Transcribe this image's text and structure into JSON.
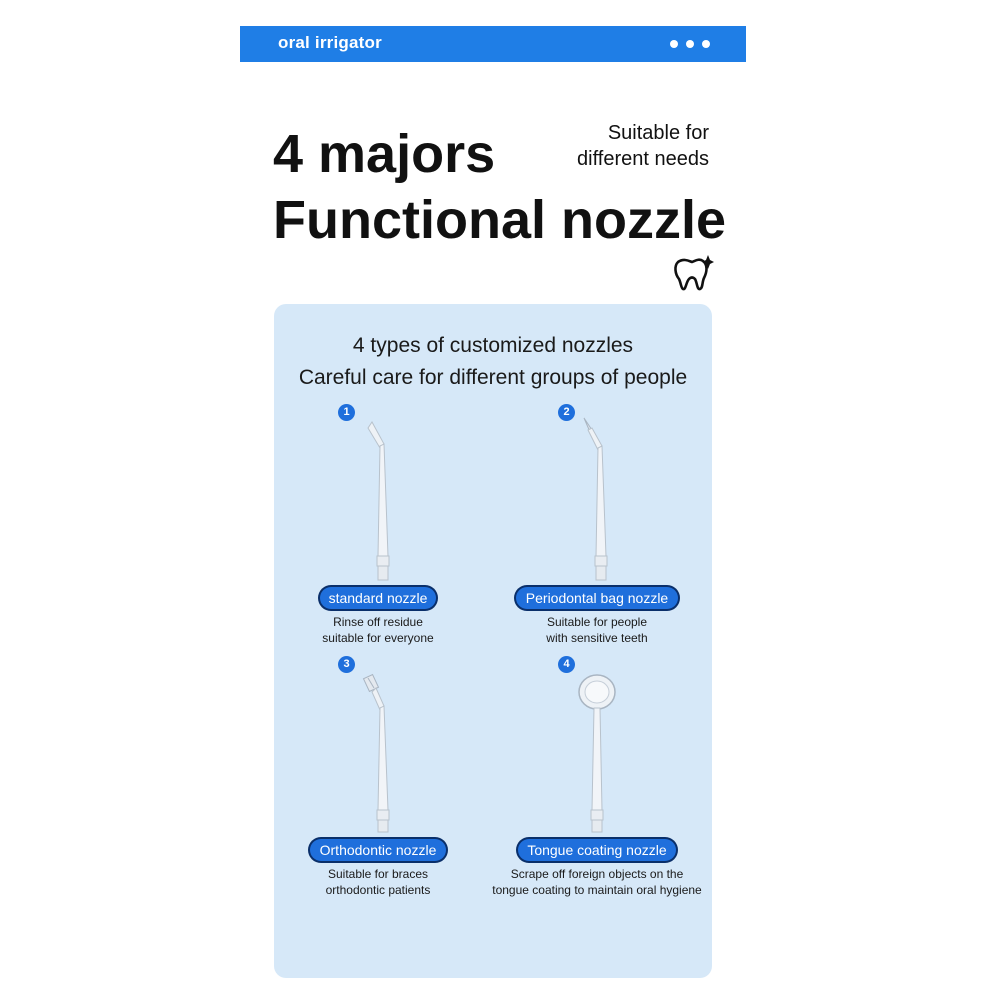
{
  "header": {
    "title": "oral irrigator",
    "menu_icon": "more-dots-icon"
  },
  "hero": {
    "headline_line1": "4 majors",
    "headline_line2": "Functional nozzle",
    "tagline_line1": "Suitable for",
    "tagline_line2": "different needs",
    "icon": "tooth-sparkle-icon"
  },
  "panel": {
    "subtitle_line1": "4 types of customized nozzles",
    "subtitle_line2": "Careful care for different groups of people",
    "background": "#d6e8f8",
    "accent": "#1f6fdc"
  },
  "nozzles": [
    {
      "number": "1",
      "name": "standard nozzle",
      "desc_line1": "Rinse off residue",
      "desc_line2": "suitable for everyone"
    },
    {
      "number": "2",
      "name": "Periodontal bag nozzle",
      "desc_line1": "Suitable for people",
      "desc_line2": "with sensitive teeth"
    },
    {
      "number": "3",
      "name": "Orthodontic nozzle",
      "desc_line1": "Suitable for braces",
      "desc_line2": "orthodontic patients"
    },
    {
      "number": "4",
      "name": "Tongue coating nozzle",
      "desc_line1": "Scrape off foreign objects on the",
      "desc_line2": "tongue coating to maintain oral hygiene"
    }
  ]
}
